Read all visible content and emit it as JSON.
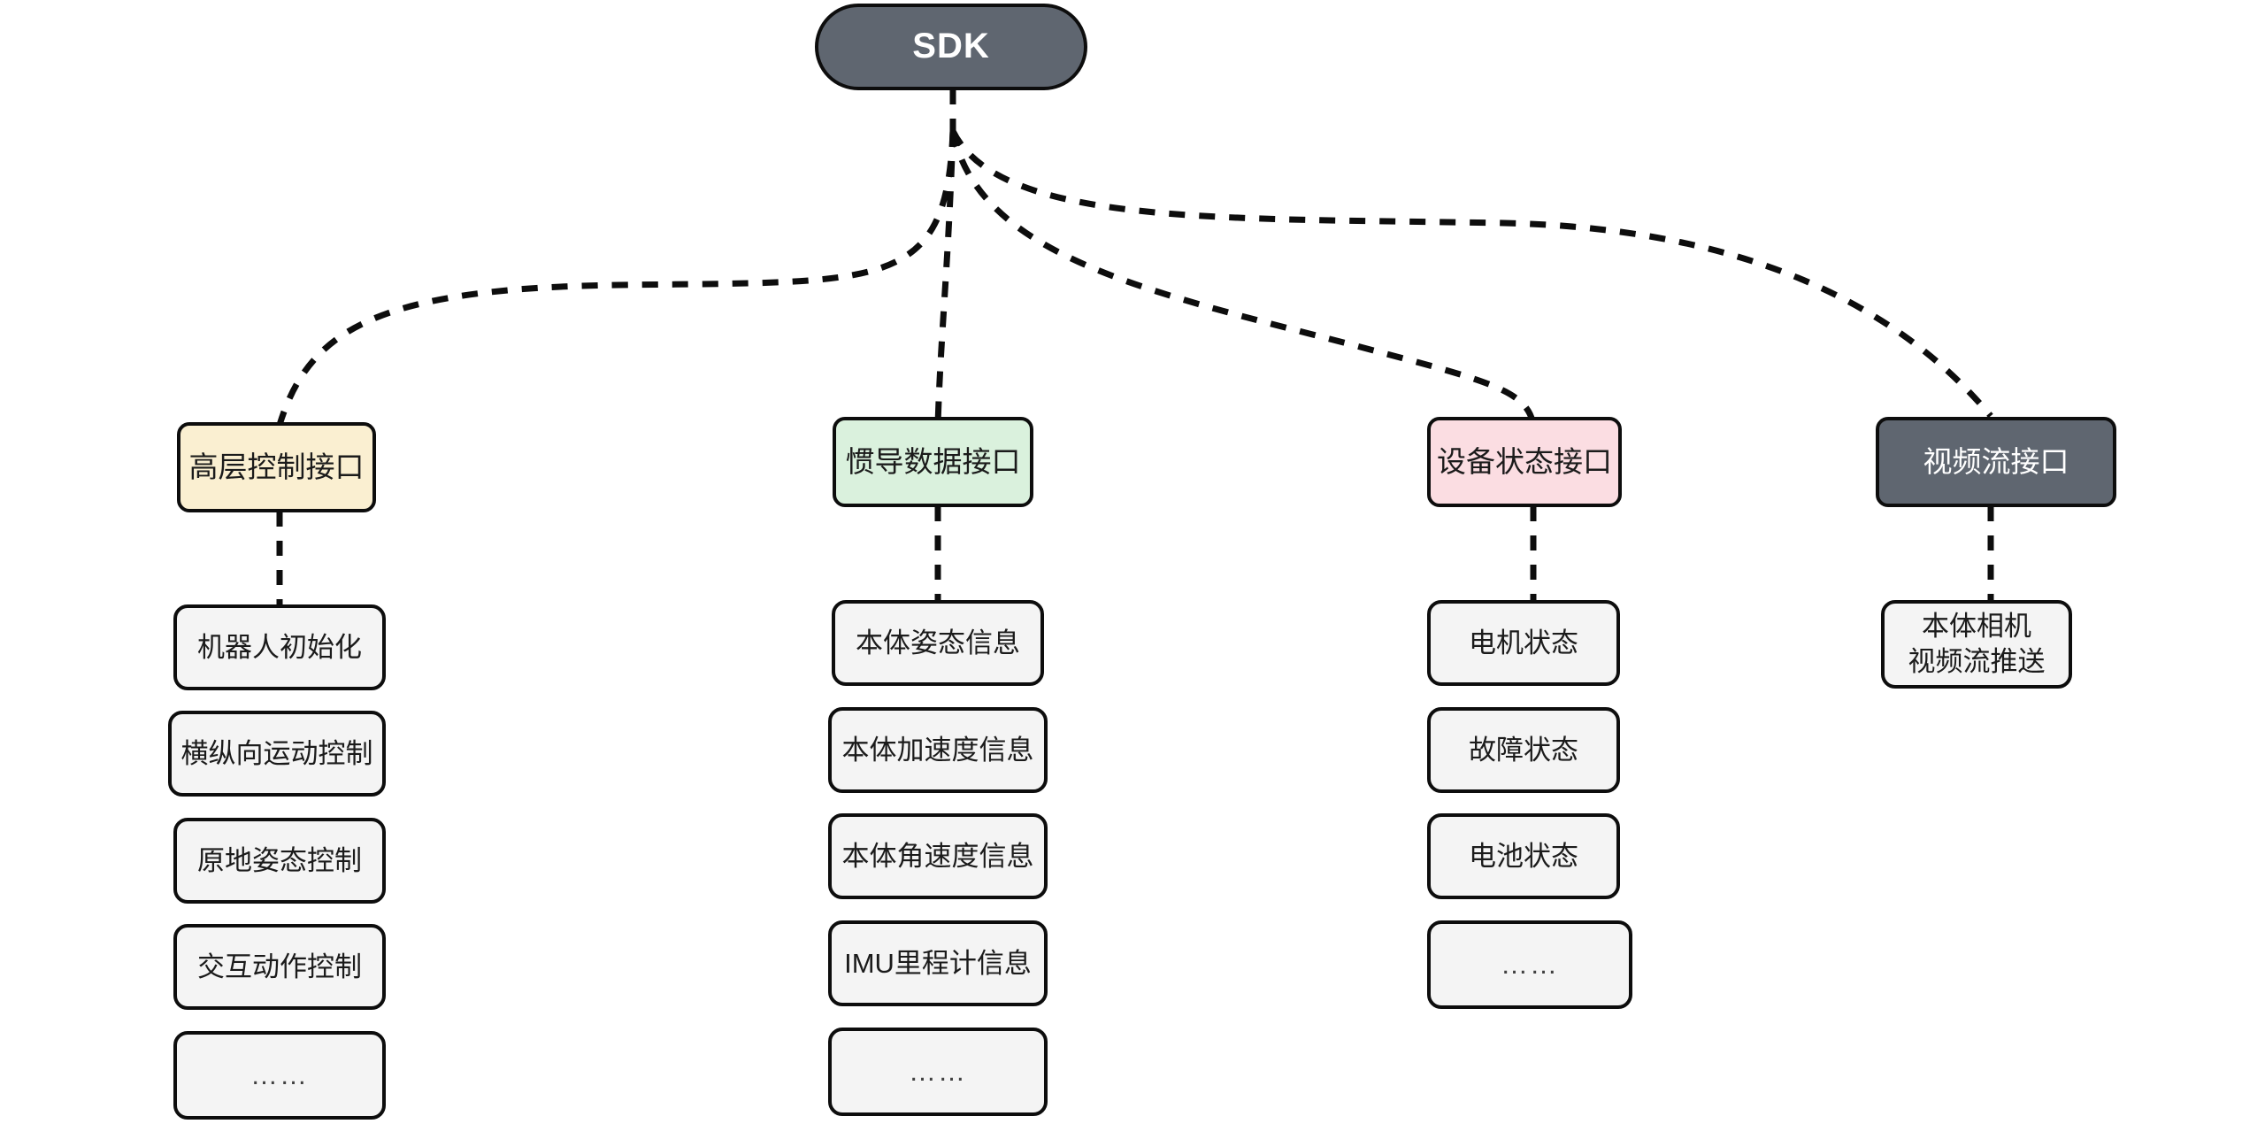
{
  "diagram": {
    "title_node": {
      "label": "SDK"
    },
    "background_color": "#ffffff",
    "edge_style": "dashed",
    "colors": {
      "root_fill": "#5f6670",
      "root_text": "#ffffff",
      "control_fill": "#faefd1",
      "imu_fill": "#daf1dd",
      "status_fill": "#fbdde2",
      "video_fill": "#5f6670",
      "leaf_fill": "#f4f4f4",
      "border": "#0d0d0d"
    },
    "branches": [
      {
        "id": "control",
        "label": "高层控制接口",
        "children": [
          {
            "label": "机器人初始化"
          },
          {
            "label": "横纵向运动控制"
          },
          {
            "label": "原地姿态控制"
          },
          {
            "label": "交互动作控制"
          },
          {
            "label": "……"
          }
        ]
      },
      {
        "id": "imu",
        "label": "惯导数据接口",
        "children": [
          {
            "label": "本体姿态信息"
          },
          {
            "label": "本体加速度信息"
          },
          {
            "label": "本体角速度信息"
          },
          {
            "label": "IMU里程计信息"
          },
          {
            "label": "……"
          }
        ]
      },
      {
        "id": "status",
        "label": "设备状态接口",
        "children": [
          {
            "label": "电机状态"
          },
          {
            "label": "故障状态"
          },
          {
            "label": "电池状态"
          },
          {
            "label": "……"
          }
        ]
      },
      {
        "id": "video",
        "label": "视频流接口",
        "children": [
          {
            "label": "本体相机\n视频流推送"
          }
        ]
      }
    ]
  }
}
